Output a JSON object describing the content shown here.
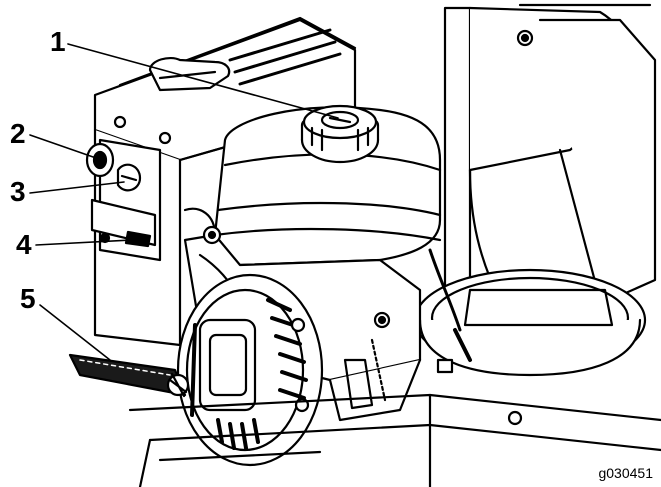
{
  "diagram": {
    "callouts": [
      {
        "id": "1",
        "label": "1"
      },
      {
        "id": "2",
        "label": "2"
      },
      {
        "id": "3",
        "label": "3"
      },
      {
        "id": "4",
        "label": "4"
      },
      {
        "id": "5",
        "label": "5"
      }
    ],
    "figure_id": "g030451",
    "colors": {
      "ink": "#000000",
      "paper": "#ffffff",
      "shade": "#1a1a1a"
    }
  }
}
